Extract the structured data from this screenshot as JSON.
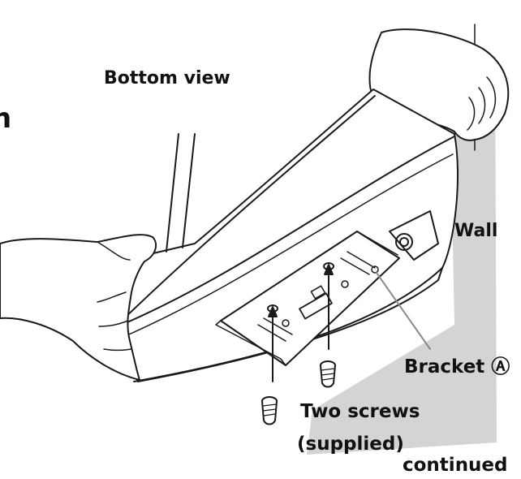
{
  "labels": {
    "bottom_view": "Bottom view",
    "partial_heading": "n",
    "wall": "Wall",
    "bracket": "Bracket Ⓐ",
    "two_screws": "Two screws",
    "supplied": "(supplied)",
    "continued": "continued"
  },
  "colors": {
    "line": "#1a1a1a",
    "wall_shade": "#d4d4d4",
    "bracket_leader": "#8a8a8a",
    "paper": "#ffffff"
  },
  "icons": {
    "screw_left": "screw-icon",
    "screw_right": "screw-icon",
    "arrow": "arrow-up-icon"
  }
}
